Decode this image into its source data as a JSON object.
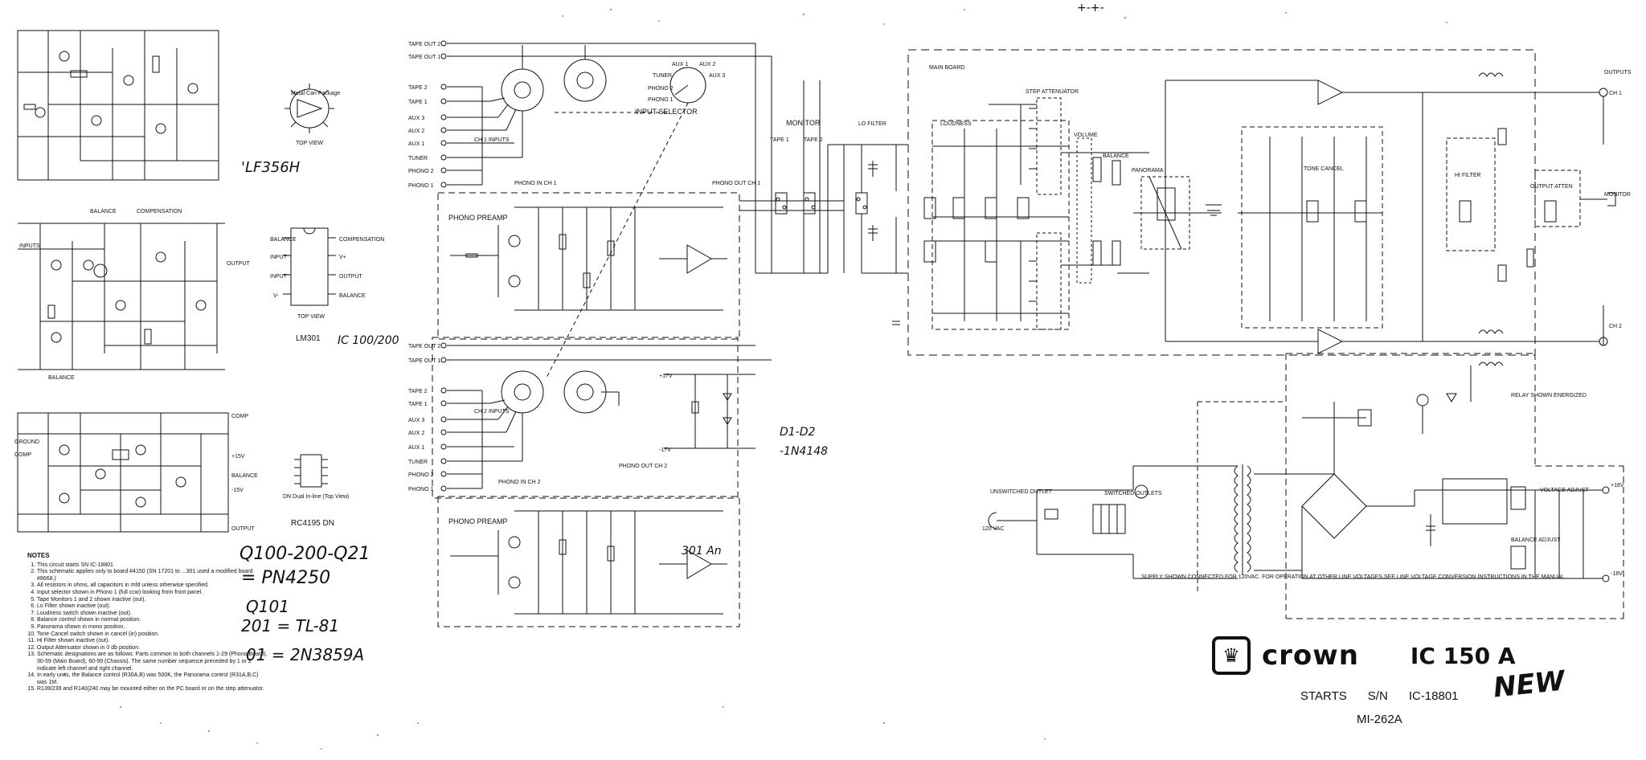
{
  "ic_labels": {
    "lm301": "LM301",
    "rc4195": "RC4195 DN",
    "metal_can": "Metal Can Package",
    "dual_inline": "DN Dual In-line (Top View)",
    "top_view": "TOP VIEW",
    "lm301_pins": [
      "BALANCE",
      "INPUT",
      "INPUT",
      "V-",
      "COMPENSATION",
      "V+",
      "OUTPUT",
      "BALANCE"
    ],
    "cct2_labels": [
      "BALANCE",
      "COMPENSATION",
      "INPUTS",
      "OUTPUT",
      "BALANCE"
    ],
    "cct3_labels": [
      "GROUND",
      "COMP",
      "COMP",
      "+15V",
      "BALANCE",
      "-15V",
      "OUTPUT"
    ]
  },
  "handwritten": {
    "lf356h": "'LF356H",
    "rc4136": "IC 100/200",
    "diodes1": "D1-D2",
    "diodes2": "-1N4148",
    "q100": "Q100-200-Q21",
    "pn4250": "= PN4250",
    "q101": "Q101",
    "q201": "201 = TL-81",
    "d1": "01 = 2N3859A",
    "op301": "301 An",
    "top": "+-+-",
    "new": "NEW"
  },
  "sections": {
    "input_selector": "INPUT SELECTOR",
    "phono_preamp": "PHONO PREAMP",
    "ch1_inputs": "CH 1 INPUTS",
    "ch2_inputs": "CH 2 INPUTS",
    "monitor": "MONITOR",
    "tape1": "TAPE 1",
    "tape2": "TAPE 2",
    "lo_filter": "LO FILTER",
    "main_board": "MAIN BOARD",
    "step_attenuator": "STEP ATTENUATOR",
    "loudness": "LOUDNESS",
    "volume": "VOLUME",
    "balance": "BALANCE",
    "panorama": "PANORAMA",
    "tone_cancel": "TONE CANCEL",
    "hi_filter": "HI FILTER",
    "output_atten": "OUTPUT ATTEN",
    "outputs": "OUTPUTS",
    "ch1_out": "CH 1",
    "ch2_out": "CH 2",
    "monitor_out": "MONITOR",
    "relay": "RELAY SHOWN ENERGIZED",
    "phono_out_ch1": "PHONO OUT CH 1",
    "phono_out_ch2": "PHONO OUT CH 2",
    "phono_in_ch1": "PHONO IN CH 1",
    "phono_in_ch2": "PHONO IN CH 2",
    "unswitched": "UNSWITCHED OUTLET",
    "switched": "SWITCHED OUTLETS",
    "ac_in": "120 VAC",
    "supply_note": "SUPPLY SHOWN CONNECTED FOR 120VAC. FOR OPERATION AT OTHER LINE VOLTAGES SEE LINE VOLTAGE CONVERSION INSTRUCTIONS IN THE MANUAL.",
    "voltage_adjust": "VOLTAGE ADJUST",
    "balance_adjust": "BALANCE ADJUST",
    "plus18": "+18V",
    "minus18": "-18V",
    "plus17": "+17V",
    "minus17": "-17V"
  },
  "jacks_ch1": [
    "TAPE OUT 2",
    "TAPE OUT 1",
    "TAPE 2",
    "TAPE 1",
    "AUX 3",
    "AUX 2",
    "AUX 1",
    "TUNER",
    "PHONO 2",
    "PHONO 1"
  ],
  "jacks_ch2": [
    "TAPE OUT 2",
    "TAPE OUT 1",
    "TAPE 2",
    "TAPE 1",
    "AUX 3",
    "AUX 2",
    "AUX 1",
    "TUNER",
    "PHONO 2",
    "PHONO 1"
  ],
  "selector_positions": [
    "AUX 1",
    "AUX 2",
    "TUNER",
    "AUX 3",
    "PHONO 2",
    "PHONO 1"
  ],
  "notes": {
    "title": "NOTES",
    "items": [
      "This circuit starts SN IC-18801",
      "This schematic applies only to board #4150 (SN 17201 to ...301 used a modified board #8668.)",
      "All resistors in ohms, all capacitors in mfd unless otherwise specified.",
      "Input selector shown in Phono 1 (full ccw) looking from front panel.",
      "Tape Monitors 1 and 2 shown inactive (out).",
      "Lo Filter shown inactive (out).",
      "Loudness switch shown inactive (out).",
      "Balance control shown in normal position.",
      "Panorama shown in mono position.",
      "Tone Cancel switch shown in cancel (in) position.",
      "Hi Filter shown inactive (out).",
      "Output Attenuator shown in 0 db position.",
      "Schematic designations are as follows: Parts common to both channels 1-29 (Phono Board), 30-59 (Main Board), 60-99 (Chassis). The same number sequence preceded by 1 or 2 indicate left channel and right channel.",
      "In early units, the Balance control (R30A,B) was 500K, the Panorama control (R31A,B,C) was 1M.",
      "R139/239 and R140/240 may be mounted either on the PC board or on the step attenuator."
    ]
  },
  "brand": {
    "logo_glyph": "♛",
    "name": "crown",
    "model": "IC 150 A",
    "starts": "STARTS",
    "sn": "S/N",
    "serial": "IC-18801",
    "new": "NEW",
    "doc": "MI-262A"
  }
}
